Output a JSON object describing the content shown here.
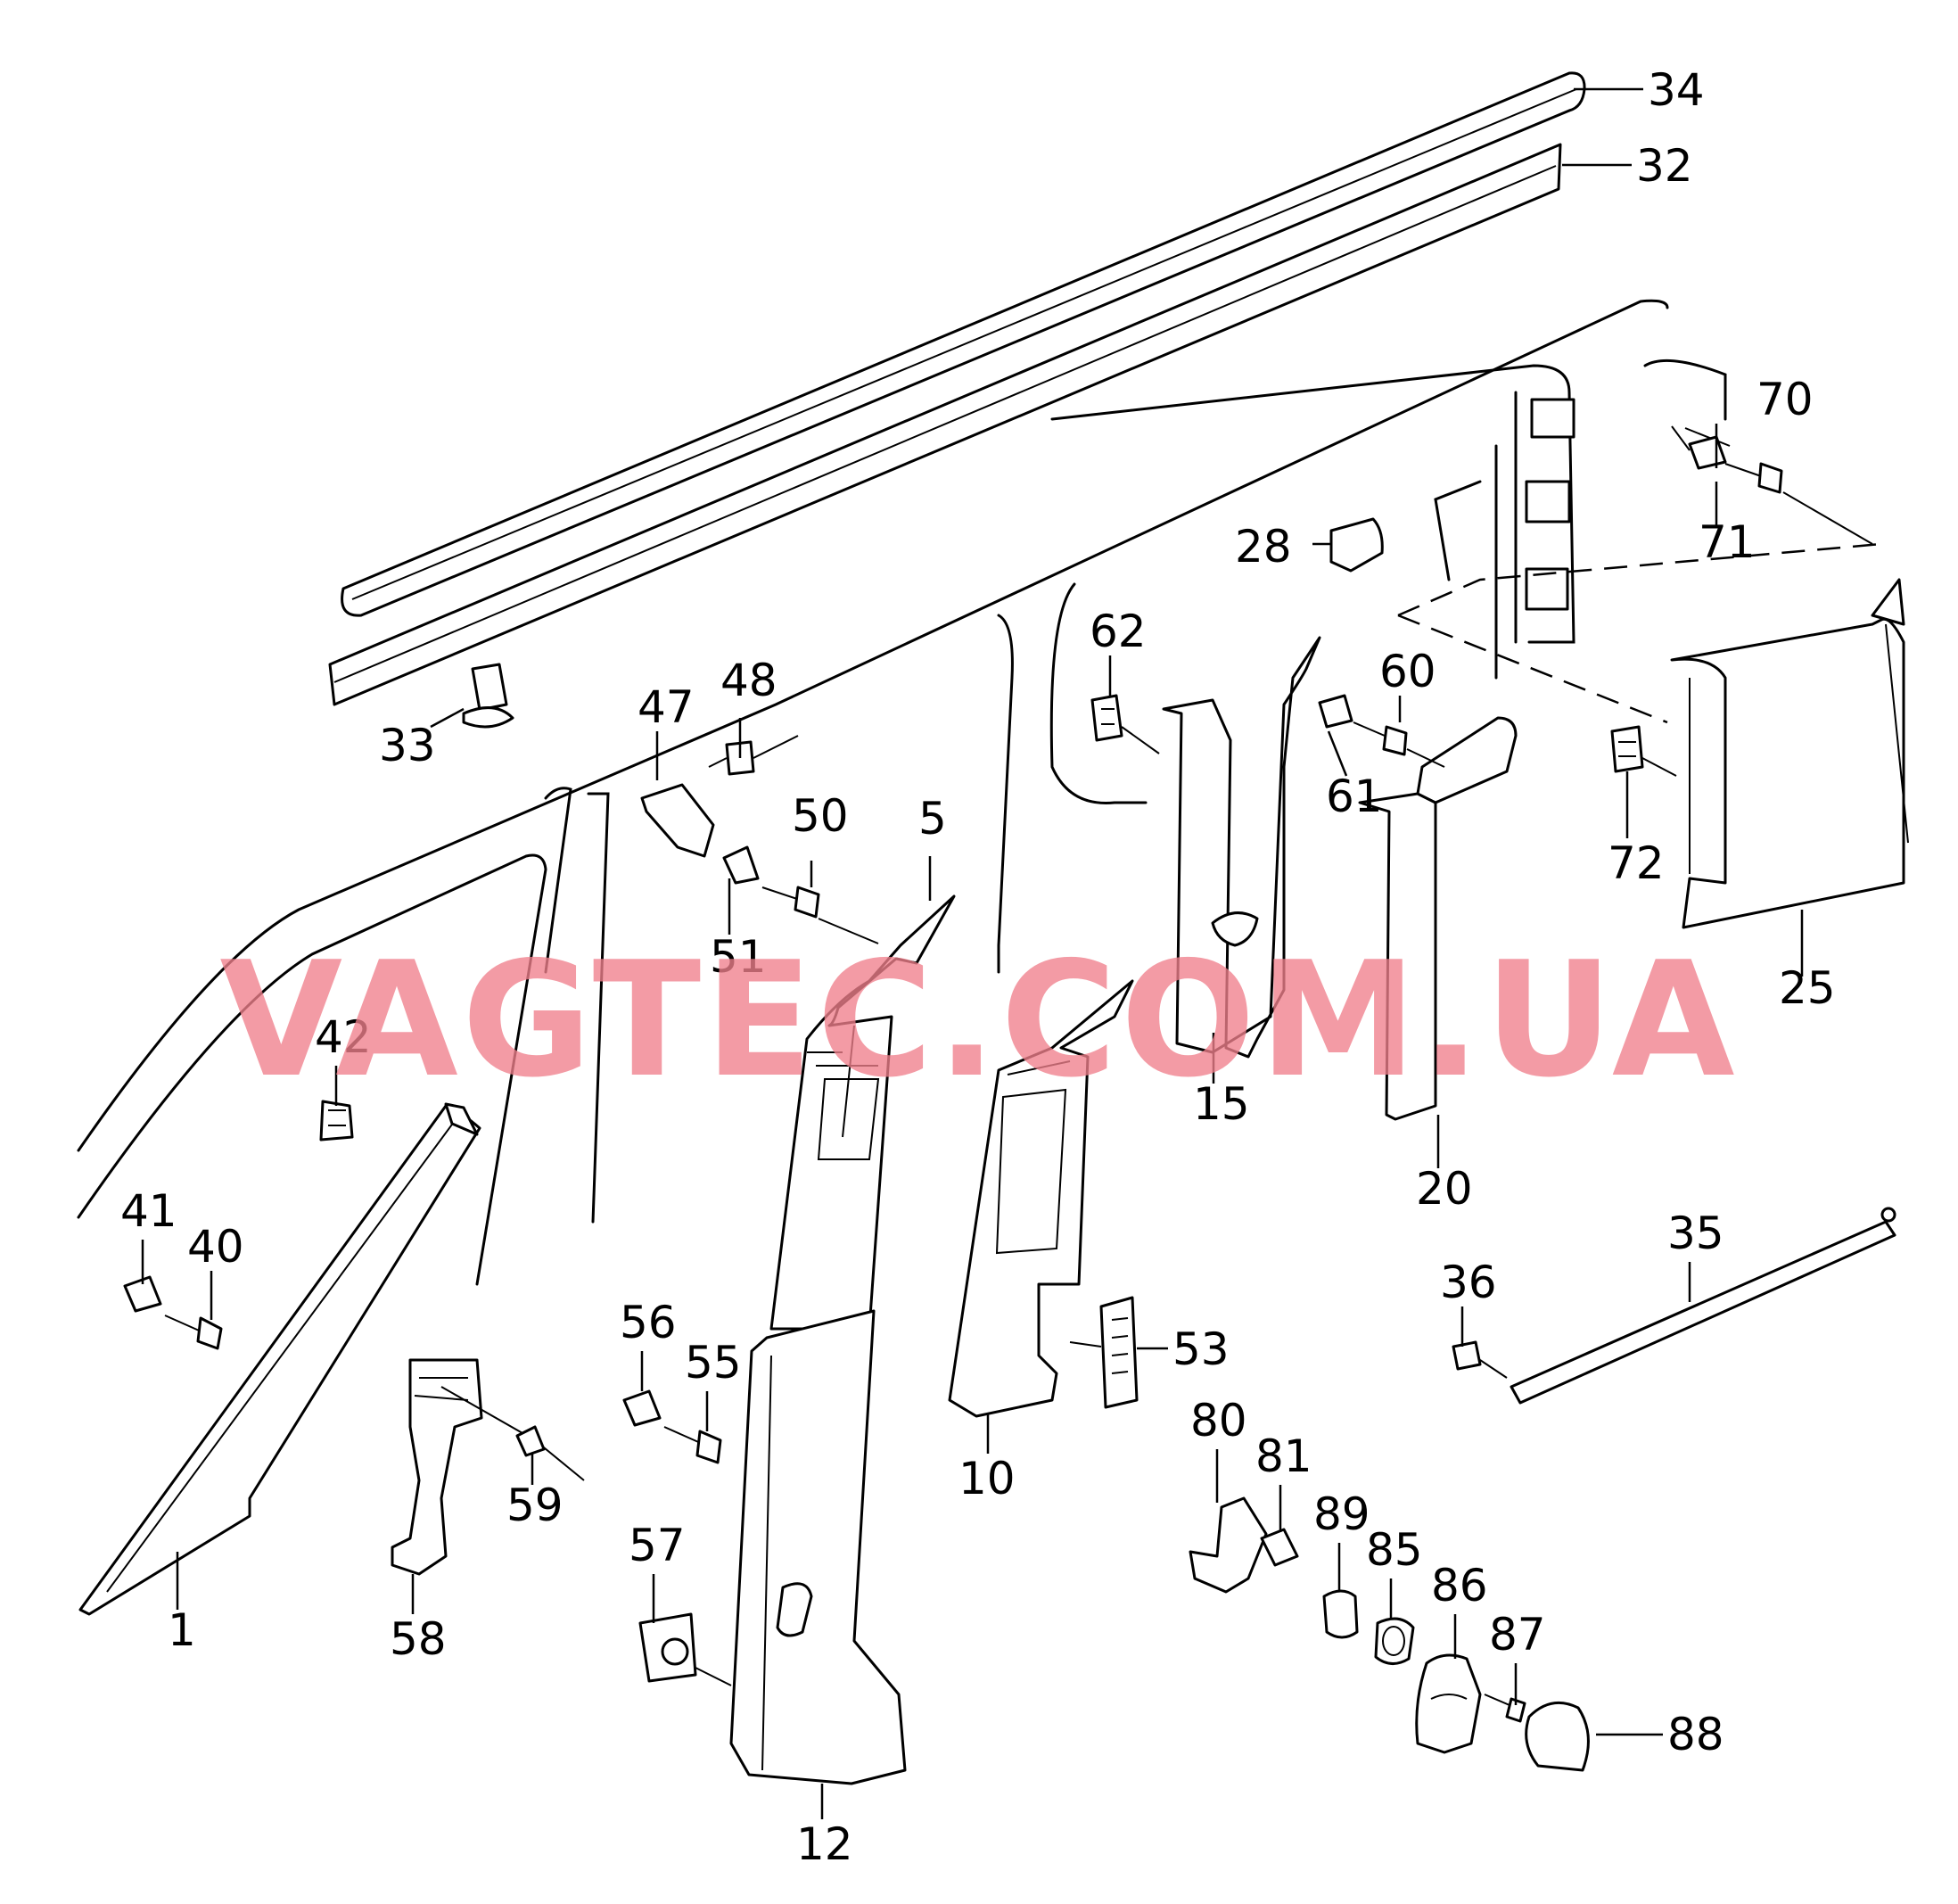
{
  "watermark": "VAGTEC.COM.UA",
  "colors": {
    "line": "#000000",
    "background": "#ffffff",
    "watermark": "#f0808c"
  },
  "callouts": [
    {
      "id": "1",
      "label": "1"
    },
    {
      "id": "5",
      "label": "5"
    },
    {
      "id": "10",
      "label": "10"
    },
    {
      "id": "12",
      "label": "12"
    },
    {
      "id": "15",
      "label": "15"
    },
    {
      "id": "20",
      "label": "20"
    },
    {
      "id": "25",
      "label": "25"
    },
    {
      "id": "28",
      "label": "28"
    },
    {
      "id": "32",
      "label": "32"
    },
    {
      "id": "33",
      "label": "33"
    },
    {
      "id": "34",
      "label": "34"
    },
    {
      "id": "35",
      "label": "35"
    },
    {
      "id": "36",
      "label": "36"
    },
    {
      "id": "40",
      "label": "40"
    },
    {
      "id": "41",
      "label": "41"
    },
    {
      "id": "42",
      "label": "42"
    },
    {
      "id": "47",
      "label": "47"
    },
    {
      "id": "48",
      "label": "48"
    },
    {
      "id": "50",
      "label": "50"
    },
    {
      "id": "51",
      "label": "51"
    },
    {
      "id": "53",
      "label": "53"
    },
    {
      "id": "55",
      "label": "55"
    },
    {
      "id": "56",
      "label": "56"
    },
    {
      "id": "57",
      "label": "57"
    },
    {
      "id": "58",
      "label": "58"
    },
    {
      "id": "59",
      "label": "59"
    },
    {
      "id": "60",
      "label": "60"
    },
    {
      "id": "61",
      "label": "61"
    },
    {
      "id": "62",
      "label": "62"
    },
    {
      "id": "70",
      "label": "70"
    },
    {
      "id": "71",
      "label": "71"
    },
    {
      "id": "72",
      "label": "72"
    },
    {
      "id": "80",
      "label": "80"
    },
    {
      "id": "81",
      "label": "81"
    },
    {
      "id": "85",
      "label": "85"
    },
    {
      "id": "86",
      "label": "86"
    },
    {
      "id": "87",
      "label": "87"
    },
    {
      "id": "88",
      "label": "88"
    },
    {
      "id": "89",
      "label": "89"
    }
  ]
}
